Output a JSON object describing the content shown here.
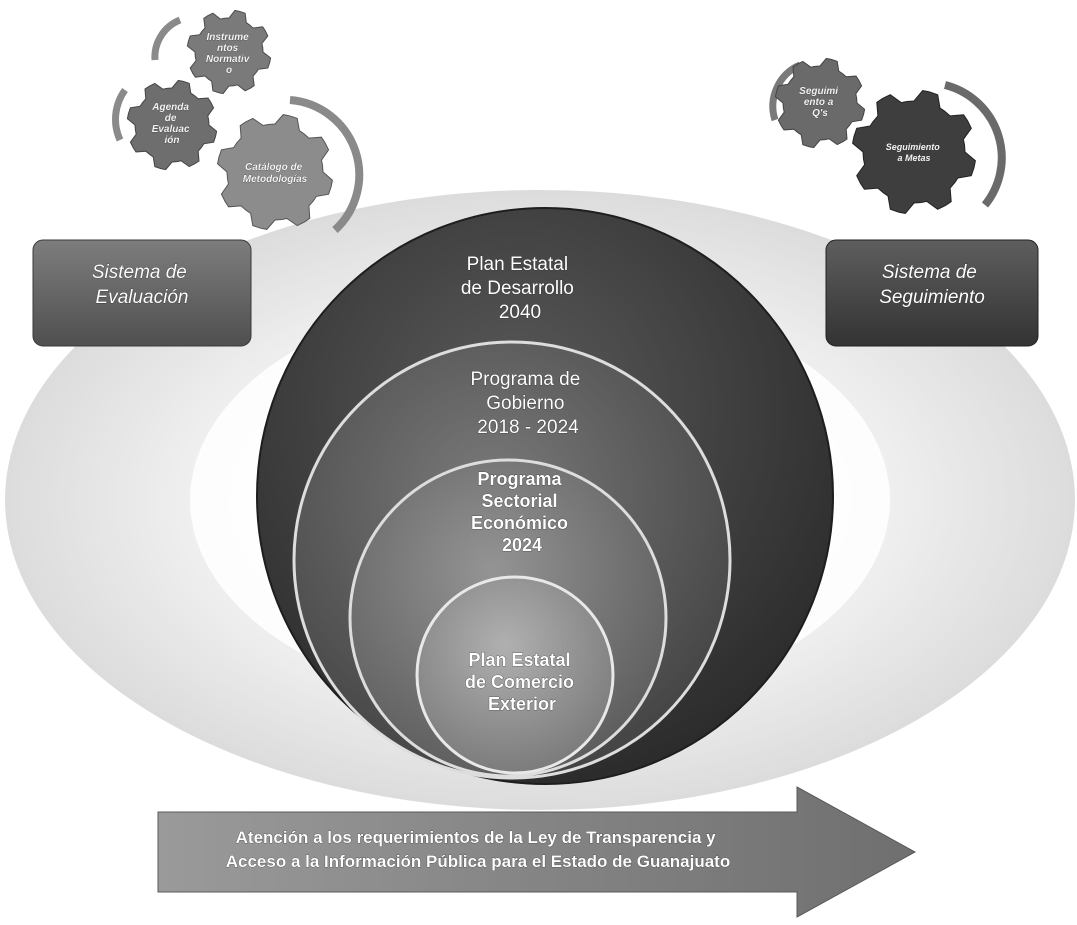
{
  "circles": {
    "outer": [
      "Plan Estatal",
      "de Desarrollo",
      "2040"
    ],
    "second": [
      "Programa de",
      "Gobierno",
      "2018 - 2024"
    ],
    "third": [
      "Programa",
      "Sectorial",
      "Económico",
      "2024"
    ],
    "inner": [
      "Plan Estatal",
      "de Comercio",
      "Exterior"
    ]
  },
  "left_system": {
    "box": [
      "Sistema de",
      "Evaluación"
    ],
    "gears": {
      "instrumentos": [
        "Instrume",
        "ntos",
        "Normativ",
        "o"
      ],
      "agenda": [
        "Agenda",
        "de",
        "Evaluac",
        "ión"
      ],
      "catalogo": [
        "Catálogo de",
        "Metodologías"
      ]
    }
  },
  "right_system": {
    "box": [
      "Sistema de",
      "Seguimiento"
    ],
    "gears": {
      "seguimiento_qs": [
        "Seguimi",
        "ento a",
        "Q's"
      ],
      "seguimiento_metas": [
        "Seguimiento",
        "a Metas"
      ]
    }
  },
  "arrow": [
    "Atención a los requerimientos de la Ley de Transparencia y",
    "Acceso a la Información Pública para el Estado de Guanajuato"
  ],
  "colors": {
    "outer_circle": "#3a3a3a",
    "second_circle": "#555555",
    "third_circle": "#6e6e6e",
    "inner_circle": "#8a8a8a",
    "left_box": "#6a6a6a",
    "right_box": "#4a4a4a",
    "arrow": "#8f8f8f",
    "halo": "#e6e6e6"
  }
}
